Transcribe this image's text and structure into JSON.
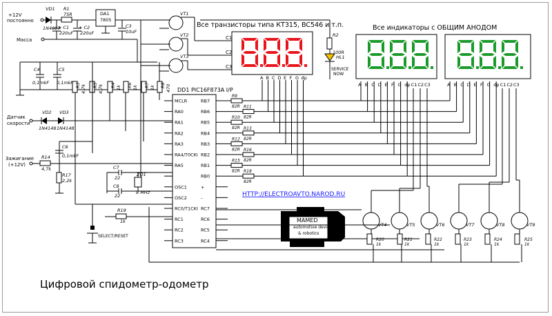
{
  "title": "Цифровой спидометр-одометр",
  "url": "HTTP://ELECTROAVTO.NAROD.RU",
  "header_transistors": "Все транзисторы типа КТ315, BC546 и т.п.",
  "header_indicators": "Все индикаторы с ОБЩИМ АНОДОМ",
  "inputs": {
    "supply": [
      "+12V",
      "постоянно"
    ],
    "ground": "Масса",
    "speed": [
      "Датчик",
      "скорости"
    ],
    "ignition": [
      "Зажигание",
      "(+12V)"
    ]
  },
  "button_label": "SELECT/RESET",
  "logo": {
    "brand": "MAMED",
    "line1": "automotive devices",
    "line2": "& robotics"
  },
  "mcu": {
    "name": "DD1 PIC16F873A I/P",
    "left_pins": [
      "MCLR",
      "RA0",
      "RA1",
      "RA2",
      "RA3",
      "RA4/T0CKI",
      "RA5",
      "",
      "OSC1",
      "OSC2",
      "RC0/T1CKI",
      "RC1",
      "RC2",
      "RC3"
    ],
    "right_pins": [
      "RB7",
      "RB6",
      "RB5",
      "RB4",
      "RB3",
      "RB2",
      "RB1",
      "RB0",
      "+",
      "-",
      "RC7",
      "RC6",
      "RC5",
      "RC4"
    ]
  },
  "regulator": {
    "name": "DA1",
    "type": "7805"
  },
  "components": {
    "VD1": {
      "ref": "VD1",
      "val": "1N4007"
    },
    "R1": {
      "ref": "R1",
      "val": "75R"
    },
    "C1": {
      "ref": "+ C1",
      "val": "220uF"
    },
    "C2": {
      "ref": "+ C2",
      "val": "220uF"
    },
    "C3": {
      "ref": "C3",
      "val": "10uF"
    },
    "C4": {
      "ref": "C4",
      "val": "0,1mkF"
    },
    "C5": {
      "ref": "C5",
      "val": "0,1mkF"
    },
    "C6": {
      "ref": "C6",
      "val": "0,1mkF"
    },
    "C7": {
      "ref": "C7",
      "val": "22"
    },
    "C8": {
      "ref": "C8",
      "val": "22"
    },
    "ZQ1": {
      "ref": "ZQ1",
      "val": "8 MHz"
    },
    "VD2": {
      "ref": "VD2",
      "val": "1N4148"
    },
    "VD3": {
      "ref": "VD3",
      "val": "1N4148"
    },
    "R2": {
      "ref": "R2",
      "val": "100R"
    },
    "HL1": {
      "ref": "HL1",
      "val": "SERVICE NOW"
    },
    "R3": {
      "ref": "R3",
      "val": "4,7k"
    },
    "R4": {
      "ref": "R4",
      "val": "1k"
    },
    "R5": {
      "ref": "R5",
      "val": "4,7k"
    },
    "R6": {
      "ref": "R6",
      "val": "1k"
    },
    "R7": {
      "ref": "R7",
      "val": "1k"
    },
    "R8": {
      "ref": "R8",
      "val": "470"
    },
    "R14": {
      "ref": "R14",
      "val": "4,7k"
    },
    "R17": {
      "ref": "R17",
      "val": "2,2k"
    },
    "R19": {
      "ref": "R19",
      "val": "1k"
    }
  },
  "segment_resistors": [
    {
      "ref": "R9",
      "val": "82R"
    },
    {
      "ref": "R11",
      "val": "82R"
    },
    {
      "ref": "R10",
      "val": "82R"
    },
    {
      "ref": "R13",
      "val": "82R"
    },
    {
      "ref": "R12",
      "val": "82R"
    },
    {
      "ref": "R16",
      "val": "82R"
    },
    {
      "ref": "R15",
      "val": "82R"
    },
    {
      "ref": "R18",
      "val": "82R"
    }
  ],
  "top_transistors": [
    "VT1",
    "VT2",
    "VT3"
  ],
  "bottom_transistors": [
    "VT4",
    "VT5",
    "VT6",
    "VT7",
    "VT8",
    "VT9"
  ],
  "base_resistors": [
    {
      "ref": "R20",
      "val": "1k"
    },
    {
      "ref": "R21",
      "val": "1k"
    },
    {
      "ref": "R22",
      "val": "1k"
    },
    {
      "ref": "R23",
      "val": "1k"
    },
    {
      "ref": "R24",
      "val": "1k"
    },
    {
      "ref": "R25",
      "val": "1k"
    }
  ],
  "common_pins": [
    "C1",
    "C2",
    "C3"
  ],
  "display_pins": [
    "A",
    "B",
    "C",
    "D",
    "E",
    "F",
    "G",
    "dp",
    "C1",
    "C2",
    "C3"
  ],
  "red_display_pins": [
    "A",
    "B",
    "C",
    "D",
    "E",
    "F",
    "G",
    "dp"
  ],
  "colors": {
    "red_display": "#e8141c",
    "green_display": "#1a9a2a",
    "led": "#f2c200"
  }
}
